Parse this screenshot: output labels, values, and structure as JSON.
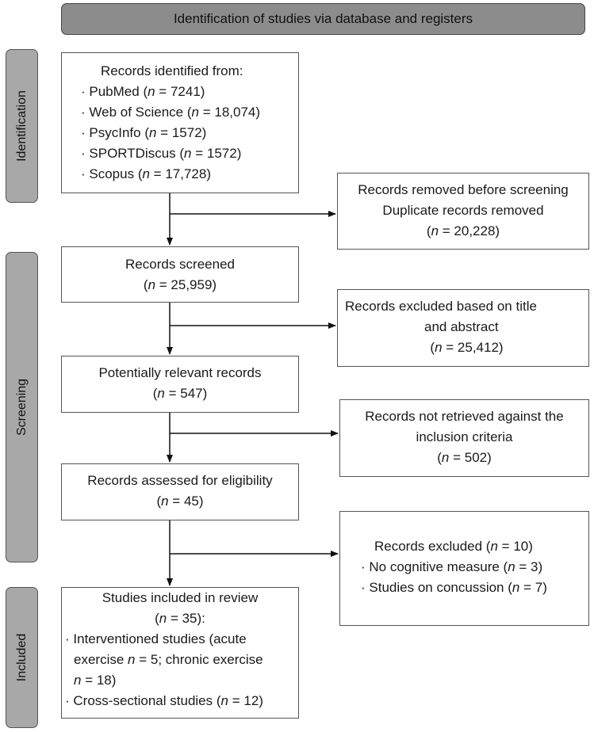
{
  "header": {
    "title": "Identification of studies via database and registers"
  },
  "phases": {
    "identification": "Identification",
    "screening": "Screening",
    "included": "Included"
  },
  "identified": {
    "heading": "Records identified from:",
    "sources": [
      {
        "name": "PubMed",
        "n": "7241"
      },
      {
        "name": "Web of Science",
        "n": "18,074"
      },
      {
        "name": "PsycInfo",
        "n": "1572"
      },
      {
        "name": "SPORTDiscus",
        "n": "1572"
      },
      {
        "name": "Scopus",
        "n": "17,728"
      }
    ]
  },
  "removed": {
    "line1": "Records removed before screening",
    "line2": "Duplicate records removed",
    "n": "20,228"
  },
  "screened": {
    "line1": "Records screened",
    "n": "25,959"
  },
  "excluded_title": {
    "line1": "Records excluded based on title",
    "line2": "and abstract",
    "n": "25,412"
  },
  "potentially": {
    "line1": "Potentially relevant records",
    "n": "547"
  },
  "not_retrieved": {
    "line1": "Records not retrieved against the",
    "line2": "inclusion criteria",
    "n": "502"
  },
  "assessed": {
    "line1": "Records assessed for eligibility",
    "n": "45"
  },
  "excluded": {
    "label": "Records excluded",
    "n": "10",
    "reasons": [
      {
        "text": "No cognitive measure",
        "n": "3"
      },
      {
        "text": "Studies on concussion",
        "n": "7"
      }
    ]
  },
  "included": {
    "line1": "Studies included in review",
    "n": "35",
    "item1_a": "Interventioned studies (acute",
    "item1_b": "exercise",
    "item1_b_n": "5",
    "item1_c": "; chronic exercise",
    "item1_d_n": "18",
    "item2": "Cross-sectional studies",
    "item2_n": "12"
  }
}
